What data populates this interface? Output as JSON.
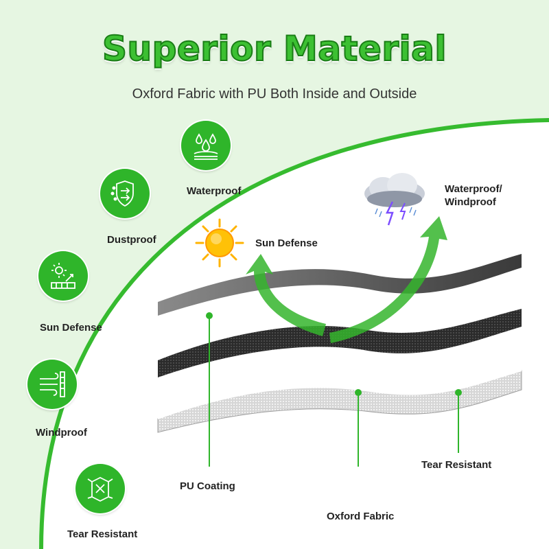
{
  "header": {
    "title": "Superior Material",
    "subtitle": "Oxford Fabric with PU Both Inside and Outside"
  },
  "features": [
    {
      "label": "Waterproof",
      "icon": "water-drops-icon"
    },
    {
      "label": "Dustproof",
      "icon": "dust-shield-icon"
    },
    {
      "label": "Sun Defense",
      "icon": "sun-rays-icon"
    },
    {
      "label": "Windproof",
      "icon": "wind-icon"
    },
    {
      "label": "Tear Resistant",
      "icon": "tear-fabric-icon"
    }
  ],
  "diagram": {
    "sun_label": "Sun Defense",
    "weather_label_line1": "Waterproof/",
    "weather_label_line2": "Windproof",
    "layer_top_label": "PU Coating",
    "layer_middle_label": "Oxford Fabric",
    "layer_bottom_label": "Tear Resistant"
  },
  "colors": {
    "accent_green": "#2fb52a",
    "dark_green": "#1a7d16",
    "background_tint": "#e3f5df"
  }
}
